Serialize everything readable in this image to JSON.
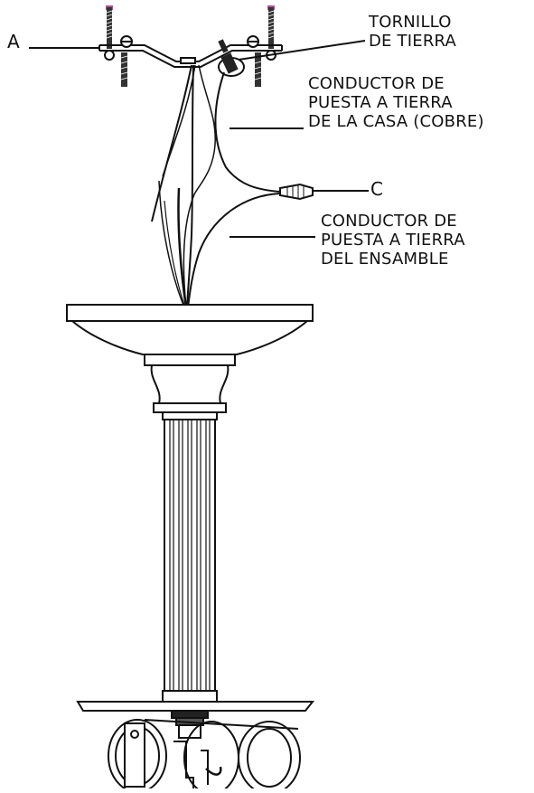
{
  "callouts": {
    "a": "A",
    "c": "C",
    "ground_screw": [
      "TORNILLO",
      "DE TIERRA"
    ],
    "house_ground": [
      "CONDUCTOR DE",
      "PUESTA A TIERRA",
      "DE LA CASA (COBRE)"
    ],
    "fixture_ground": [
      "CONDUCTOR DE",
      "PUESTA A TIERRA",
      "DEL ENSAMBLE"
    ]
  },
  "colors": {
    "line": "#111111",
    "screw_tip": "#b0509a",
    "fill": "#ffffff"
  }
}
